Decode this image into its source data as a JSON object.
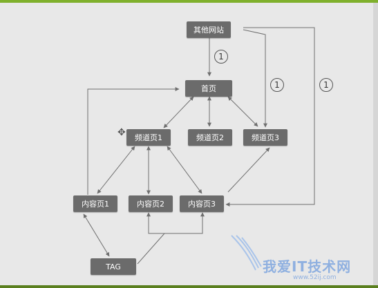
{
  "nodes": {
    "other_sites": "其他网站",
    "home": "首页",
    "channel1": "频道页1",
    "channel2": "频道页2",
    "channel3": "频道页3",
    "content1": "内容页1",
    "content2": "内容页2",
    "content3": "内容页3",
    "tag": "TAG"
  },
  "badges": [
    "1",
    "1",
    "1"
  ],
  "watermark": {
    "text": "我爱IT技术网",
    "url": "www.52ij.com"
  },
  "colors": {
    "node_fill": "#6b6b6b",
    "line": "#6e6e6e",
    "accent_top": "#7fb02c"
  },
  "icons": {
    "cursor": "move-cursor-icon",
    "watermark": "wing-logo-icon"
  }
}
